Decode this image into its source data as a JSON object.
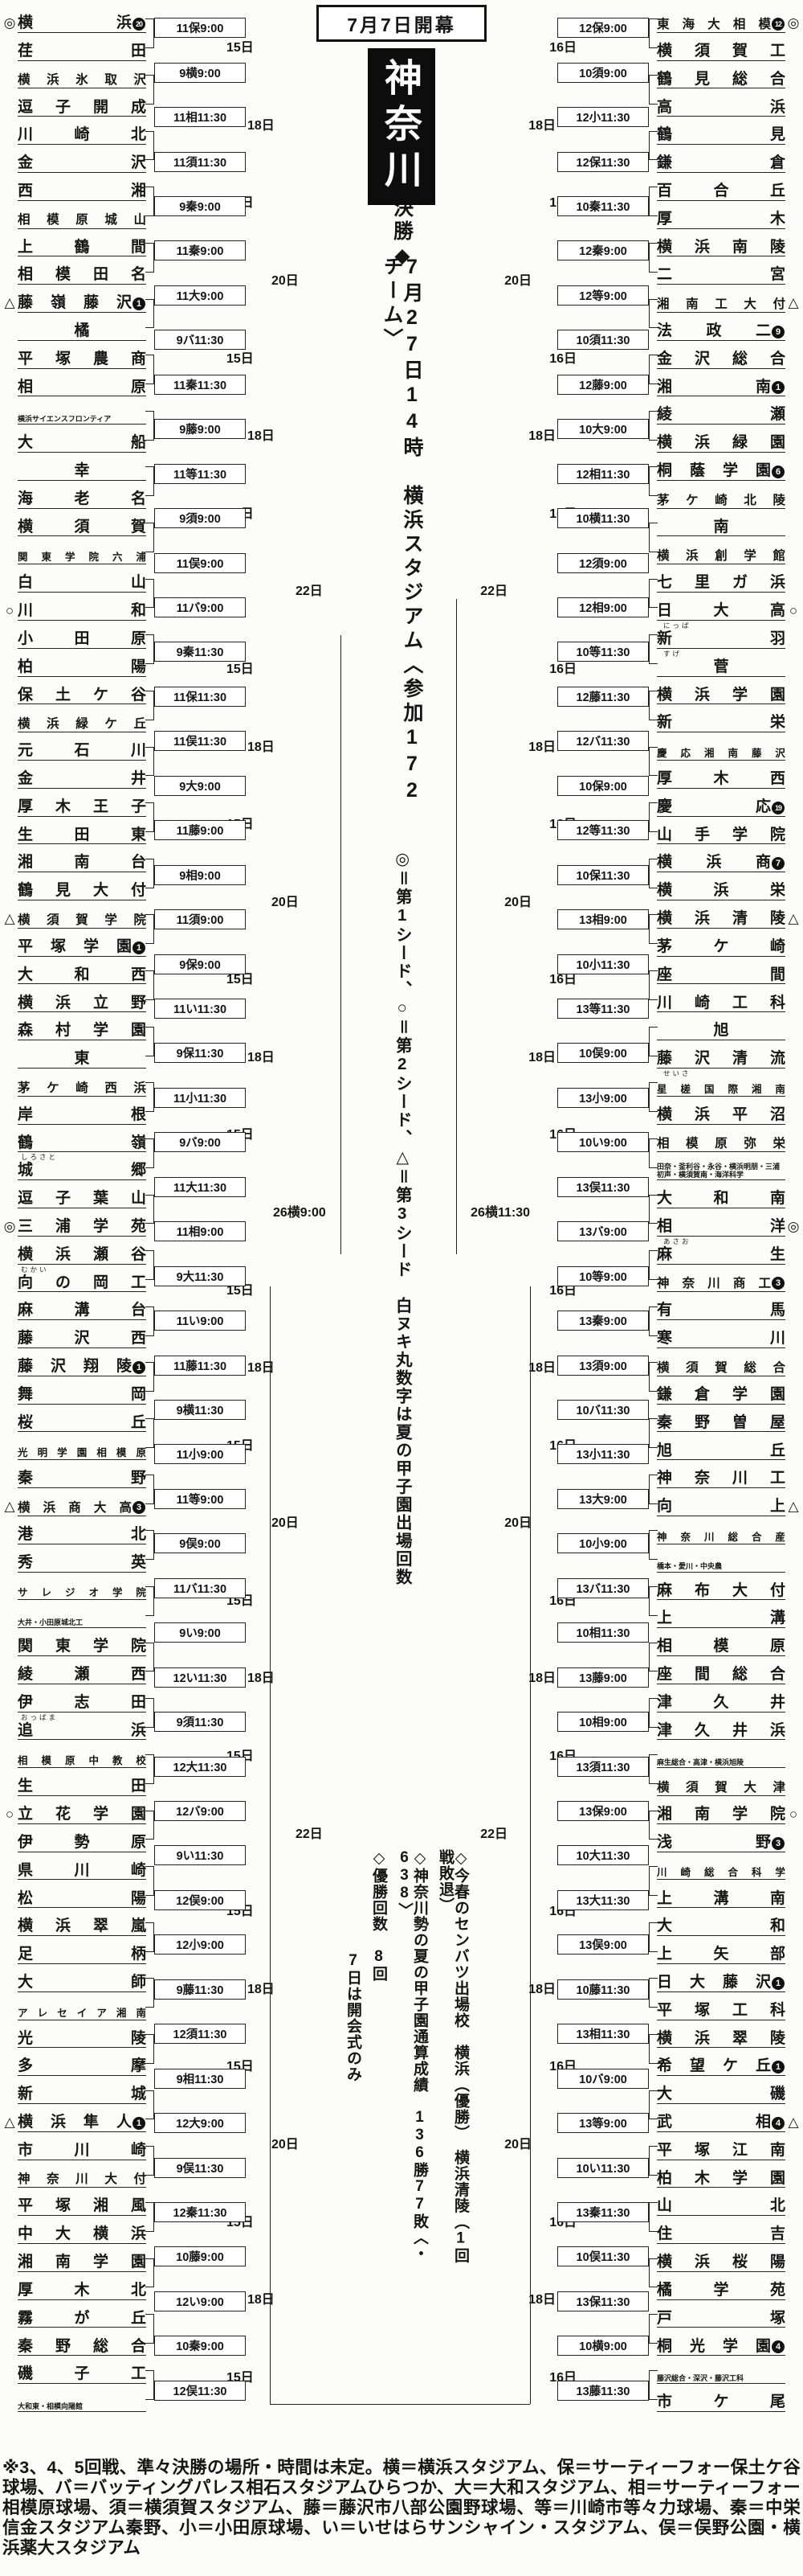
{
  "center": {
    "opening": "7月7日開幕",
    "prefecture": "神奈川",
    "final_heading": "◆決勝◆",
    "final_detail": "7月27日14時　横浜スタジアム〈参加172チーム〉",
    "legend": "◎＝第1シード、○＝第2シード、△＝第3シード　白ヌキ丸数字は夏の甲子園出場回数",
    "notes": [
      "◇今春のセンバツ出場校　横浜（優勝）　横浜清陵（1回戦敗退）",
      "◇神奈川勢の夏の甲子園通算成績　136勝77敗〈・638〉",
      "◇優勝回数　8回",
      "7日は開会式のみ"
    ]
  },
  "footnote": "※3、4、5回戦、準々決勝の場所・時間は未定。横＝横浜スタジアム、保＝サーティーフォー保土ケ谷球場、バ＝バッティングパレス相石スタジアムひらつか、大＝大和スタジアム、相＝サーティーフォー相模原球場、須＝横須賀スタジアム、藤＝藤沢市八部公園野球場、等＝川崎市等々力球場、秦＝中栄信金スタジアム秦野、小＝小田原球場、い＝いせはらサンシャイン・スタジアム、俣＝俣野公園・横浜薬大スタジアム",
  "bracket": {
    "left": {
      "teams": [
        {
          "n": "横浜",
          "s": "◎",
          "b": 20
        },
        {
          "n": "荏田"
        },
        {
          "n": "横浜氷取沢"
        },
        {
          "n": "逗子開成"
        },
        {
          "n": "川崎北"
        },
        {
          "n": "金沢"
        },
        {
          "n": "西湘"
        },
        {
          "n": "相模原城山"
        },
        {
          "n": "上鶴間"
        },
        {
          "n": "相模田名"
        },
        {
          "n": "藤嶺藤沢",
          "s": "△",
          "b": 1
        },
        {
          "n": "橘"
        },
        {
          "n": "平塚農商"
        },
        {
          "n": "相原"
        },
        {
          "n": "横浜サイエンスフロンティア"
        },
        {
          "n": "大船"
        },
        {
          "n": "幸"
        },
        {
          "n": "海老名"
        },
        {
          "n": "横須賀"
        },
        {
          "n": "関東学院六浦"
        },
        {
          "n": "白山"
        },
        {
          "n": "川和",
          "s": "○"
        },
        {
          "n": "小田原"
        },
        {
          "n": "柏陽"
        },
        {
          "n": "保土ケ谷"
        },
        {
          "n": "横浜緑ケ丘"
        },
        {
          "n": "元石川"
        },
        {
          "n": "金井"
        },
        {
          "n": "厚木王子"
        },
        {
          "n": "生田東"
        },
        {
          "n": "湘南台"
        },
        {
          "n": "鶴見大付"
        },
        {
          "n": "横須賀学院",
          "s": "△"
        },
        {
          "n": "平塚学園",
          "b": 1
        },
        {
          "n": "大和西"
        },
        {
          "n": "横浜立野"
        },
        {
          "n": "森村学園"
        },
        {
          "n": "東"
        },
        {
          "n": "茅ケ崎西浜"
        },
        {
          "n": "岸根"
        },
        {
          "n": "鶴嶺"
        },
        {
          "n": "城郷",
          "f": "しろさと"
        },
        {
          "n": "逗子葉山"
        },
        {
          "n": "三浦学苑",
          "s": "◎"
        },
        {
          "n": "横浜瀬谷"
        },
        {
          "n": "向の岡工",
          "f": "むかい"
        },
        {
          "n": "麻溝台"
        },
        {
          "n": "藤沢西"
        },
        {
          "n": "藤沢翔陵",
          "b": 1
        },
        {
          "n": "舞岡"
        },
        {
          "n": "桜丘"
        },
        {
          "n": "光明学園相模原"
        },
        {
          "n": "秦野"
        },
        {
          "n": "横浜商大高",
          "s": "△",
          "b": 3
        },
        {
          "n": "港北"
        },
        {
          "n": "秀英"
        },
        {
          "n": "サレジオ学院"
        },
        {
          "n": "大井・小田原城北工"
        },
        {
          "n": "関東学院"
        },
        {
          "n": "綾瀬西"
        },
        {
          "n": "伊志田"
        },
        {
          "n": "追浜",
          "f": "おっぱま"
        },
        {
          "n": "相模原中教校"
        },
        {
          "n": "生田"
        },
        {
          "n": "立花学園",
          "s": "○"
        },
        {
          "n": "伊勢原"
        },
        {
          "n": "県川崎"
        },
        {
          "n": "松陽"
        },
        {
          "n": "横浜翠嵐"
        },
        {
          "n": "足柄"
        },
        {
          "n": "大師"
        },
        {
          "n": "アレセイア湘南"
        },
        {
          "n": "光陵"
        },
        {
          "n": "多摩"
        },
        {
          "n": "新城"
        },
        {
          "n": "横浜隼人",
          "s": "△",
          "b": 1
        },
        {
          "n": "市川崎"
        },
        {
          "n": "神奈川大付"
        },
        {
          "n": "平塚湘風"
        },
        {
          "n": "中大横浜"
        },
        {
          "n": "湘南学園"
        },
        {
          "n": "厚木北"
        },
        {
          "n": "霧が丘"
        },
        {
          "n": "秦野総合"
        },
        {
          "n": "磯子工"
        },
        {
          "n": "大和東・相模向陽館"
        }
      ],
      "games": [
        "11保9:00",
        "9横9:00",
        "11相11:30",
        "11須11:30",
        "9秦9:00",
        "11秦9:00",
        "11大9:00",
        "9バ11:30",
        "11秦11:30",
        "9藤9:00",
        "11等11:30",
        "9須9:00",
        "11俣9:00",
        "11バ9:00",
        "9秦11:30",
        "11保11:30",
        "11俣11:30",
        "9大9:00",
        "11藤9:00",
        "9相9:00",
        "11須9:00",
        "9保9:00",
        "11い11:30",
        "9保11:30",
        "11小11:30",
        "9バ9:00",
        "11大11:30",
        "11相9:00",
        "9大11:30",
        "11い9:00",
        "11藤11:30",
        "9横11:30",
        "11小9:00",
        "11等9:00",
        "9俣9:00",
        "11バ11:30",
        "9い9:00",
        "12い11:30",
        "9須11:30",
        "12大11:30",
        "12バ9:00",
        "9い11:30",
        "12俣9:00",
        "12小9:00",
        "9藤11:30",
        "12須11:30",
        "9相11:30",
        "12大9:00",
        "9俣11:30",
        "12秦11:30",
        "10藤9:00",
        "12い9:00",
        "10秦9:00",
        "12俣11:30"
      ],
      "dates": [
        "15日",
        "18日",
        "15日",
        "20日",
        "15日",
        "18日",
        "15日",
        "22日",
        "15日",
        "18日",
        "15日",
        "20日",
        "15日",
        "18日",
        "15日",
        "26横9:00",
        "15日",
        "18日",
        "15日",
        "20日",
        "15日",
        "18日",
        "15日",
        "22日",
        "15日",
        "18日",
        "15日",
        "20日",
        "15日",
        "18日",
        "15日"
      ]
    },
    "right": {
      "teams": [
        {
          "n": "東海大相模",
          "s": "◎",
          "b": 12
        },
        {
          "n": "横須賀工"
        },
        {
          "n": "鶴見総合"
        },
        {
          "n": "高浜"
        },
        {
          "n": "鶴見"
        },
        {
          "n": "鎌倉"
        },
        {
          "n": "百合丘"
        },
        {
          "n": "厚木"
        },
        {
          "n": "横浜南陵"
        },
        {
          "n": "二宮"
        },
        {
          "n": "湘南工大付",
          "s": "△"
        },
        {
          "n": "法政二",
          "b": 9
        },
        {
          "n": "金沢総合"
        },
        {
          "n": "湘南",
          "b": 1
        },
        {
          "n": "綾瀬"
        },
        {
          "n": "横浜緑園"
        },
        {
          "n": "桐蔭学園",
          "b": 6
        },
        {
          "n": "茅ケ崎北陵"
        },
        {
          "n": "南"
        },
        {
          "n": "横浜創学館"
        },
        {
          "n": "七里ガ浜"
        },
        {
          "n": "日大高",
          "s": "○"
        },
        {
          "n": "新羽",
          "f": "にっぱ"
        },
        {
          "n": "菅",
          "f": "すげ"
        },
        {
          "n": "横浜学園"
        },
        {
          "n": "新栄"
        },
        {
          "n": "慶応湘南藤沢"
        },
        {
          "n": "厚木西"
        },
        {
          "n": "慶応",
          "b": 19
        },
        {
          "n": "山手学院"
        },
        {
          "n": "横浜商",
          "b": 7
        },
        {
          "n": "横浜栄"
        },
        {
          "n": "横浜清陵",
          "s": "△"
        },
        {
          "n": "茅ケ崎"
        },
        {
          "n": "座間"
        },
        {
          "n": "川崎工科"
        },
        {
          "n": "旭"
        },
        {
          "n": "藤沢清流"
        },
        {
          "n": "星槎国際湘南",
          "f": "せいさ"
        },
        {
          "n": "横浜平沼"
        },
        {
          "n": "相模原弥栄"
        },
        {
          "n": "田奈・釜利谷・永谷・横浜明朋・三浦初声・横須賀南・海洋科学"
        },
        {
          "n": "大和南"
        },
        {
          "n": "相洋",
          "s": "◎"
        },
        {
          "n": "麻生",
          "f": "あさお"
        },
        {
          "n": "神奈川商工",
          "b": 3
        },
        {
          "n": "有馬"
        },
        {
          "n": "寒川"
        },
        {
          "n": "横須賀総合"
        },
        {
          "n": "鎌倉学園"
        },
        {
          "n": "秦野曽屋"
        },
        {
          "n": "旭丘"
        },
        {
          "n": "神奈川工"
        },
        {
          "n": "向上",
          "s": "△"
        },
        {
          "n": "神奈川総合産"
        },
        {
          "n": "橋本・愛川・中央農"
        },
        {
          "n": "麻布大付"
        },
        {
          "n": "上溝"
        },
        {
          "n": "相模原"
        },
        {
          "n": "座間総合"
        },
        {
          "n": "津久井"
        },
        {
          "n": "津久井浜"
        },
        {
          "n": "麻生総合・高津・横浜旭陵"
        },
        {
          "n": "横須賀大津"
        },
        {
          "n": "湘南学院",
          "s": "○"
        },
        {
          "n": "浅野",
          "b": 3
        },
        {
          "n": "川崎総合科学"
        },
        {
          "n": "上溝南"
        },
        {
          "n": "大和"
        },
        {
          "n": "上矢部"
        },
        {
          "n": "日大藤沢",
          "b": 1
        },
        {
          "n": "平塚工科"
        },
        {
          "n": "横浜翠陵"
        },
        {
          "n": "希望ケ丘",
          "b": 1
        },
        {
          "n": "大磯"
        },
        {
          "n": "武相",
          "s": "△",
          "b": 4
        },
        {
          "n": "平塚江南"
        },
        {
          "n": "柏木学園"
        },
        {
          "n": "山北"
        },
        {
          "n": "住吉"
        },
        {
          "n": "横浜桜陽"
        },
        {
          "n": "橘学苑"
        },
        {
          "n": "戸塚"
        },
        {
          "n": "桐光学園",
          "b": 4
        },
        {
          "n": "藤沢総合・深沢・藤沢工科"
        },
        {
          "n": "市ケ尾"
        }
      ],
      "games": [
        "12保9:00",
        "10須9:00",
        "12小11:30",
        "12保11:30",
        "10秦11:30",
        "12秦9:00",
        "12等9:00",
        "10須11:30",
        "12藤9:00",
        "10大9:00",
        "12相11:30",
        "10横11:30",
        "12須9:00",
        "12相9:00",
        "10等11:30",
        "12藤11:30",
        "12バ11:30",
        "10保9:00",
        "12等11:30",
        "10保11:30",
        "13相9:00",
        "10小11:30",
        "13等11:30",
        "10俣9:00",
        "13小9:00",
        "10い9:00",
        "13俣11:30",
        "13バ9:00",
        "10等9:00",
        "13秦9:00",
        "13須9:00",
        "10バ11:30",
        "13小11:30",
        "13大9:00",
        "10小9:00",
        "13バ11:30",
        "10相11:30",
        "13藤9:00",
        "10相9:00",
        "13須11:30",
        "13保9:00",
        "10大11:30",
        "13大11:30",
        "13俣9:00",
        "10藤11:30",
        "13相11:30",
        "10バ9:00",
        "13等9:00",
        "10い11:30",
        "13秦11:30",
        "10俣11:30",
        "13保11:30",
        "10横9:00",
        "13藤11:30"
      ],
      "dates": [
        "16日",
        "18日",
        "16日",
        "20日",
        "16日",
        "18日",
        "16日",
        "22日",
        "16日",
        "18日",
        "16日",
        "20日",
        "16日",
        "18日",
        "16日",
        "26横11:30",
        "16日",
        "18日",
        "16日",
        "20日",
        "16日",
        "18日",
        "16日",
        "22日",
        "16日",
        "18日",
        "16日",
        "20日",
        "16日",
        "18日",
        "16日"
      ]
    }
  }
}
